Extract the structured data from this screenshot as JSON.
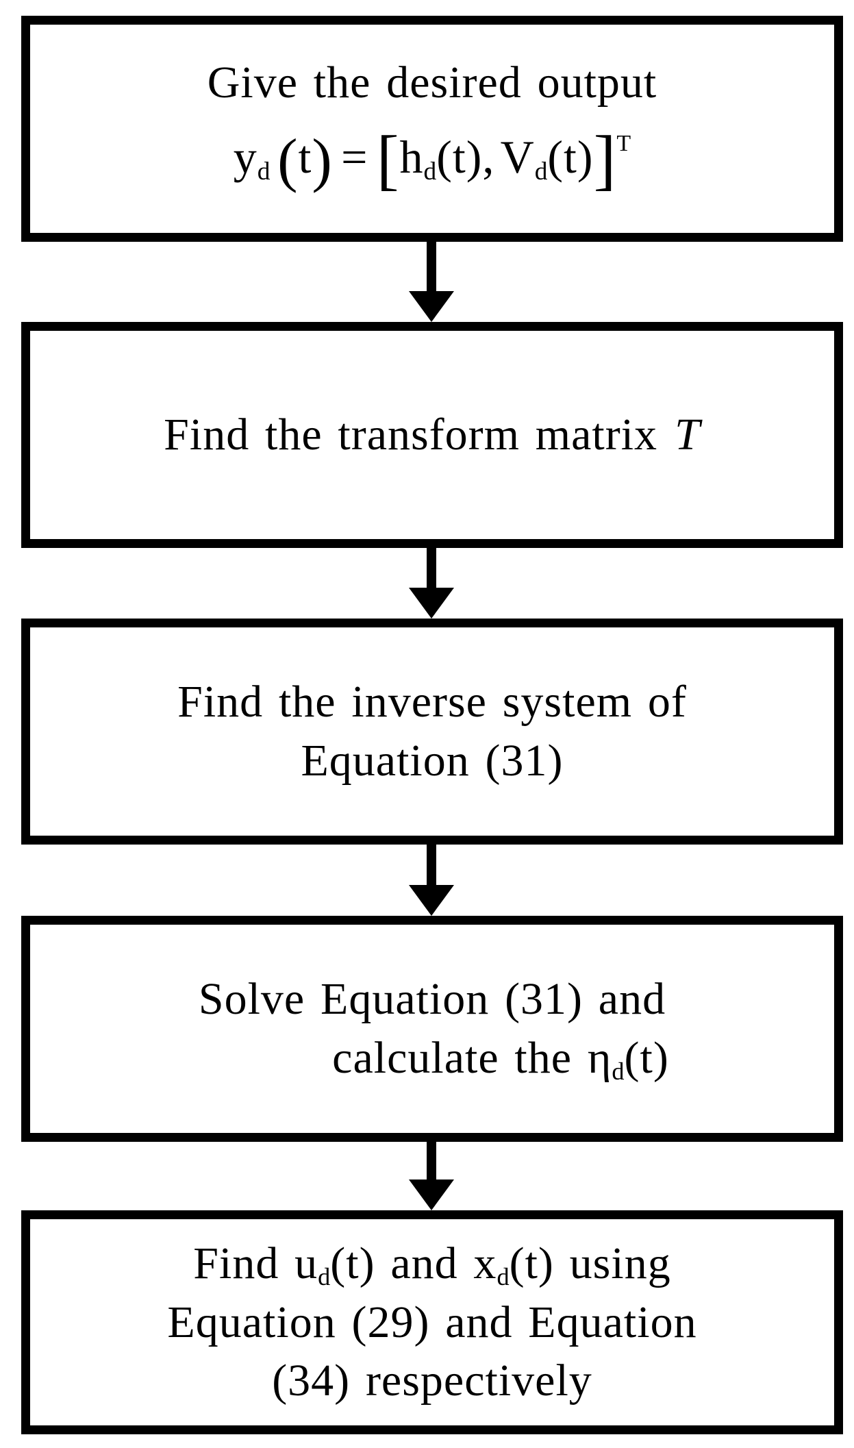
{
  "figure": {
    "type": "flowchart",
    "background_color": "#ffffff",
    "box_fill_color": "#ffffff",
    "stroke_color": "#000000",
    "text_color": "#000000"
  },
  "steps": [
    {
      "name": "give-desired-output",
      "line1": "Give the desired output",
      "formula": {
        "var1": "y",
        "sub1": "d",
        "arg1_open": "(",
        "arg1": "t",
        "arg1_close": ")",
        "equals": "=",
        "bracket_open": "[",
        "var2": "h",
        "sub2": "d",
        "arg2": "(t),",
        "var3": "V",
        "sub3": "d",
        "arg3": "(t)",
        "bracket_close": "]",
        "superscript": "T"
      }
    },
    {
      "name": "find-transform-matrix",
      "label": "Find the transform matrix",
      "matrix_symbol": "T"
    },
    {
      "name": "find-inverse-system",
      "line1": "Find the inverse system of",
      "line2": "Equation (31)"
    },
    {
      "name": "solve-equation",
      "line1": "Solve Equation (31) and",
      "line2_prefix": "calculate the ",
      "eta": "η",
      "eta_sub": "d",
      "eta_arg": "(t)"
    },
    {
      "name": "find-ud-xd",
      "line1_part1": "Find u",
      "line1_sub1": "d",
      "line1_part2": "(t) and x",
      "line1_sub2": "d",
      "line1_part3": "(t) using",
      "line2": "Equation (29) and Equation",
      "line3": "(34) respectively"
    }
  ]
}
